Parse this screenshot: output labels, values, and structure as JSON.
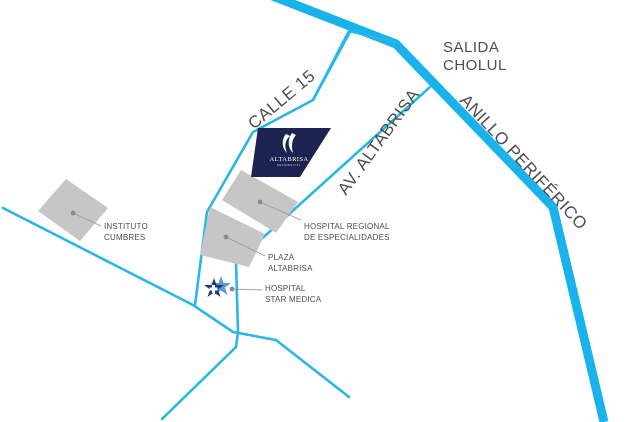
{
  "roads": {
    "calle_15": "CALLE 15",
    "av_altabrisa": "AV. ALTABRISA",
    "anillo_periferico": "ANILLO PERIFÉRICO",
    "salida_line1": "SALIDA",
    "salida_line2": "CHOLUL"
  },
  "places": {
    "instituto": {
      "line1": "INSTITUTO",
      "line2": "CUMBRES"
    },
    "hospital_regional": {
      "line1": "HOSPITAL REGIONAL",
      "line2": "DE ESPECIALIDADES"
    },
    "plaza": {
      "line1": "PLAZA",
      "line2": "ALTABRISA"
    },
    "hospital_star": {
      "line1": "HOSPITAL",
      "line2": "STAR MEDICA"
    }
  },
  "logo": {
    "name": "ALTABRISA",
    "tagline": "RESIDENCIAL",
    "bg_color": "#1c2351"
  },
  "colors": {
    "road": "#29b6e8",
    "block": "#c6c6c6",
    "label": "#4d4d4d",
    "star_dark": "#1c3a78",
    "star_light": "#5a9bd5"
  },
  "icons": [
    "star-medica-icon",
    "altabrisa-logo-icon"
  ]
}
